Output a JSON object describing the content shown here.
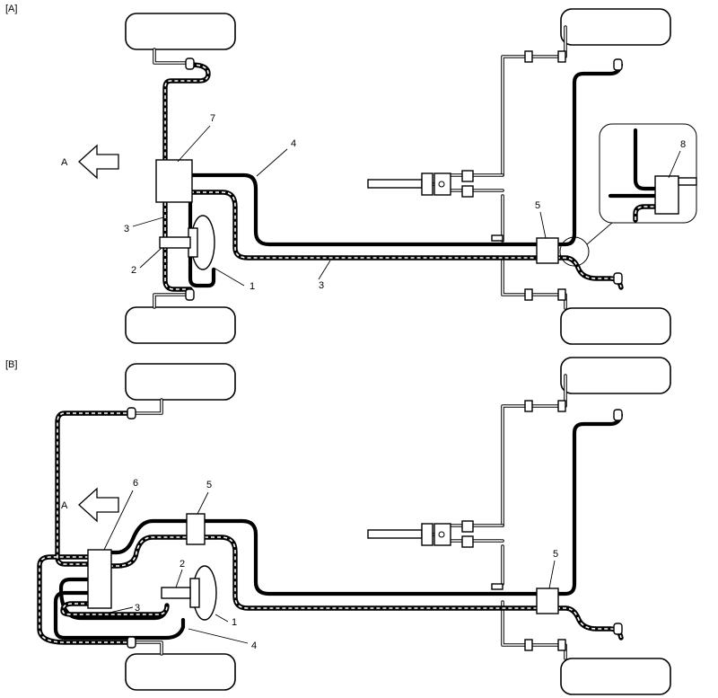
{
  "panels": {
    "a": "[A]",
    "b": "[B]"
  },
  "direction_label": "A",
  "callouts_a": [
    "1",
    "2",
    "3",
    "3",
    "4",
    "5",
    "7",
    "8"
  ],
  "callouts_b": [
    "1",
    "2",
    "3",
    "4",
    "5",
    "5",
    "6"
  ]
}
